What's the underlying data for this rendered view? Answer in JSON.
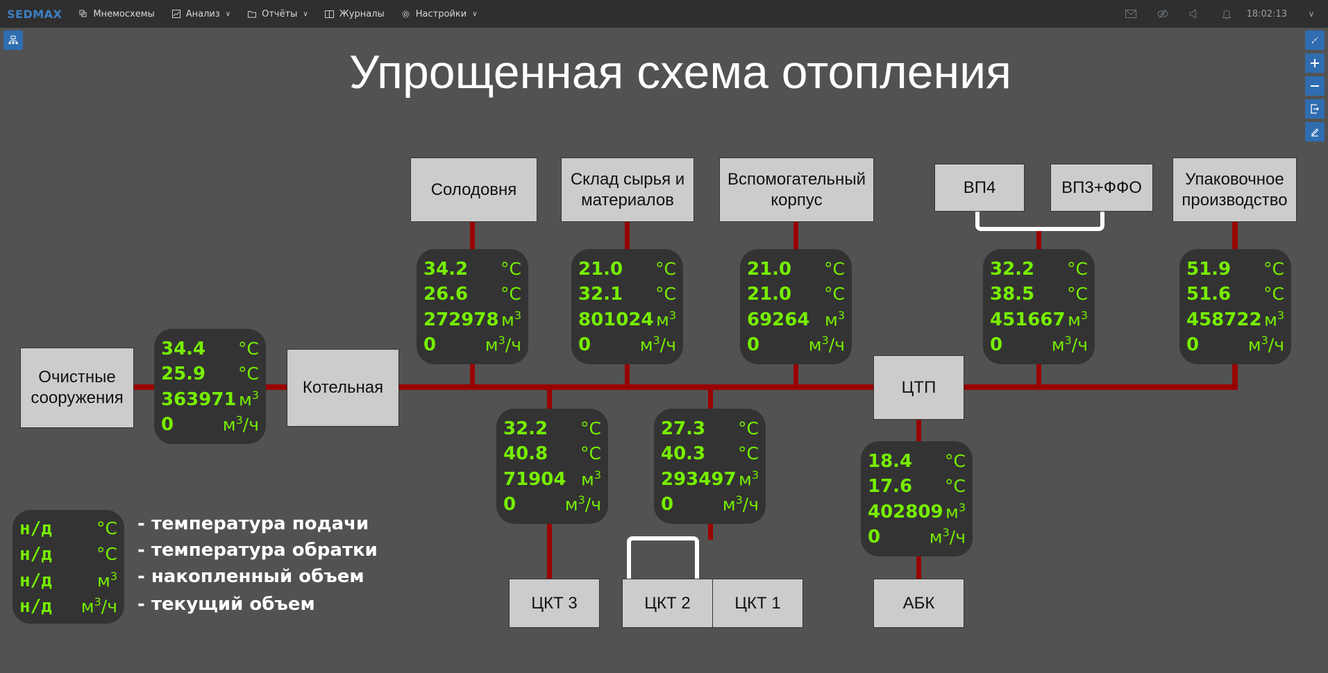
{
  "app": {
    "logo": "SEDMAX",
    "nav": [
      {
        "label": "Мнемосхемы",
        "icon": "layers-icon",
        "has_dropdown": false
      },
      {
        "label": "Анализ",
        "icon": "chart-icon",
        "has_dropdown": true
      },
      {
        "label": "Отчёты",
        "icon": "folder-icon",
        "has_dropdown": true
      },
      {
        "label": "Журналы",
        "icon": "book-icon",
        "has_dropdown": false
      },
      {
        "label": "Настройки",
        "icon": "gear-icon",
        "has_dropdown": true
      }
    ],
    "clock": "18:02:13"
  },
  "title": "Упрощенная схема отопления",
  "units": {
    "temp": "°C",
    "volume": "м",
    "volume_sup": "3",
    "flow_pre": "м",
    "flow_sup": "3",
    "flow_post": "/ч"
  },
  "buildings": {
    "ochistnye": "Очистные сооружения",
    "kotelnaya": "Котельная",
    "solodovnya": "Солодовня",
    "sklad": "Склад сырья и материалов",
    "vspom": "Вспомогательный корпус",
    "vp4": "ВП4",
    "vp3ffo": "ВП3+ФФО",
    "upakov": "Упаковочное производство",
    "ctp": "ЦТП",
    "ckt3": "ЦКТ 3",
    "ckt2": "ЦКТ 2",
    "ckt1": "ЦКТ 1",
    "abk": "АБК"
  },
  "meters": {
    "ochistnye": {
      "supply": "34.4",
      "return": "25.9",
      "volume": "363971",
      "flow": "0"
    },
    "solodovnya": {
      "supply": "34.2",
      "return": "26.6",
      "volume": "272978",
      "flow": "0"
    },
    "sklad": {
      "supply": "21.0",
      "return": "32.1",
      "volume": "801024",
      "flow": "0"
    },
    "vspom": {
      "supply": "21.0",
      "return": "21.0",
      "volume": "69264",
      "flow": "0"
    },
    "vp": {
      "supply": "32.2",
      "return": "38.5",
      "volume": "451667",
      "flow": "0"
    },
    "upakov": {
      "supply": "51.9",
      "return": "51.6",
      "volume": "458722",
      "flow": "0"
    },
    "ckt3": {
      "supply": "32.2",
      "return": "40.8",
      "volume": "71904",
      "flow": "0"
    },
    "ckt12": {
      "supply": "27.3",
      "return": "40.3",
      "volume": "293497",
      "flow": "0"
    },
    "abk": {
      "supply": "18.4",
      "return": "17.6",
      "volume": "402809",
      "flow": "0"
    }
  },
  "legend": {
    "placeholder": "н/д",
    "items": [
      "- температура подачи",
      "- температура обратки",
      "- накопленный объем",
      "- текущий объем"
    ]
  },
  "colors": {
    "pipe": "#990000",
    "value": "#76ee00",
    "meter_bg": "#333333",
    "canvas": "#525252",
    "accent": "#2f6db0"
  }
}
